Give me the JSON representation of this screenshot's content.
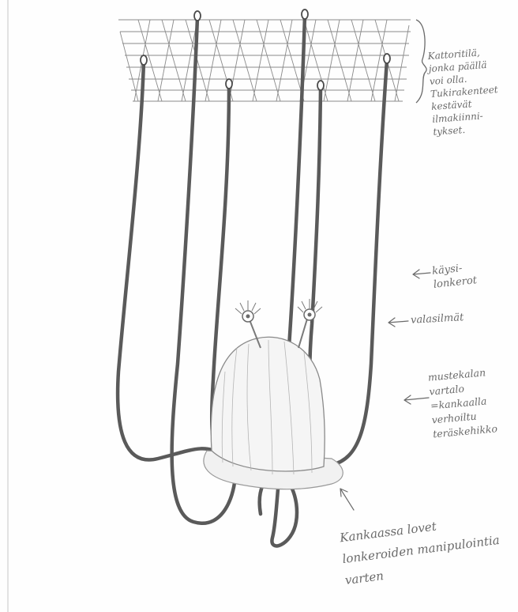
{
  "drawing": {
    "stroke_color": "#555555",
    "paper_color": "#fefefe",
    "ink_color": "#6a6a6a"
  },
  "annotations": {
    "roof": {
      "lines": [
        "Kattoritilä,",
        "jonka päällä",
        "voi olla.",
        "Tukirakenteet",
        "kestävät",
        "ilmakiinni-",
        "tykset."
      ]
    },
    "tentacles": {
      "lines": [
        "käysi-",
        "lonkerot"
      ]
    },
    "eyes": {
      "lines": [
        "valasilmät"
      ]
    },
    "body": {
      "lines": [
        "mustekalan",
        "vartalo",
        "=kankaalla",
        "verhoiltu",
        "teräskehikko"
      ]
    },
    "cuts": {
      "lines": [
        "Kankaassa lovet",
        "lonkeroiden manipulointia",
        "varten"
      ]
    }
  }
}
